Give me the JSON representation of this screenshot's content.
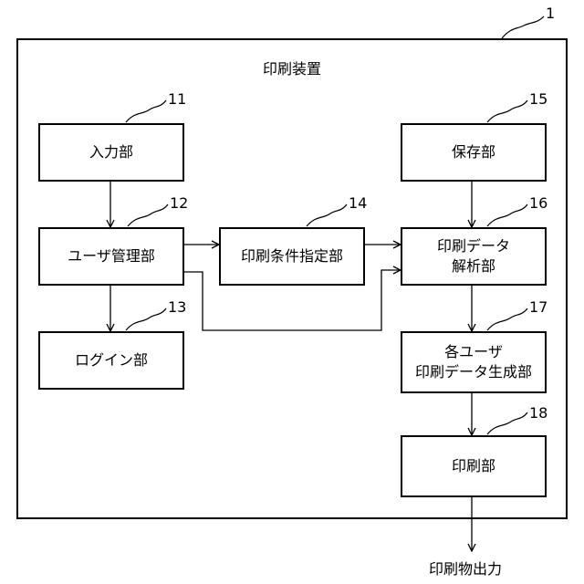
{
  "diagram": {
    "ref_main": "1",
    "device_title": "印刷装置",
    "blocks": {
      "input": {
        "ref": "11",
        "label": "入力部"
      },
      "user_mgmt": {
        "ref": "12",
        "label": "ユーザ管理部"
      },
      "login": {
        "ref": "13",
        "label": "ログイン部"
      },
      "print_cond": {
        "ref": "14",
        "label": "印刷条件指定部"
      },
      "storage": {
        "ref": "15",
        "label": "保存部"
      },
      "analysis": {
        "ref": "16",
        "label_line1": "印刷データ",
        "label_line2": "解析部"
      },
      "generation": {
        "ref": "17",
        "label_line1": "各ユーザ",
        "label_line2": "印刷データ生成部"
      },
      "print_unit": {
        "ref": "18",
        "label": "印刷部"
      }
    },
    "output_label": "印刷物出力"
  }
}
